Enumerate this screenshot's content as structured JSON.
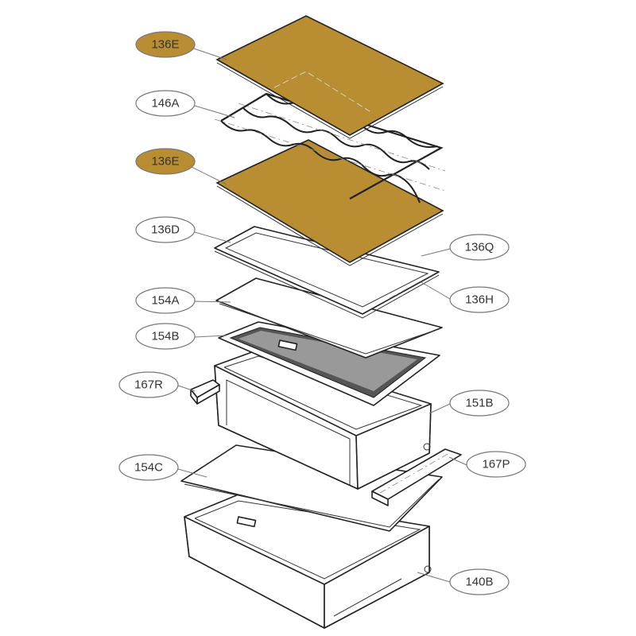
{
  "colors": {
    "highlight": "#b98e32",
    "line": "#222222",
    "bubble_stroke": "#777777"
  },
  "callouts": [
    {
      "id": "136E",
      "highlighted": true
    },
    {
      "id": "146A",
      "highlighted": false
    },
    {
      "id": "136E",
      "highlighted": true
    },
    {
      "id": "136D",
      "highlighted": false
    },
    {
      "id": "136Q",
      "highlighted": false
    },
    {
      "id": "154A",
      "highlighted": false
    },
    {
      "id": "136H",
      "highlighted": false
    },
    {
      "id": "154B",
      "highlighted": false
    },
    {
      "id": "167R",
      "highlighted": false
    },
    {
      "id": "151B",
      "highlighted": false
    },
    {
      "id": "154C",
      "highlighted": false
    },
    {
      "id": "167P",
      "highlighted": false
    },
    {
      "id": "140B",
      "highlighted": false
    }
  ]
}
